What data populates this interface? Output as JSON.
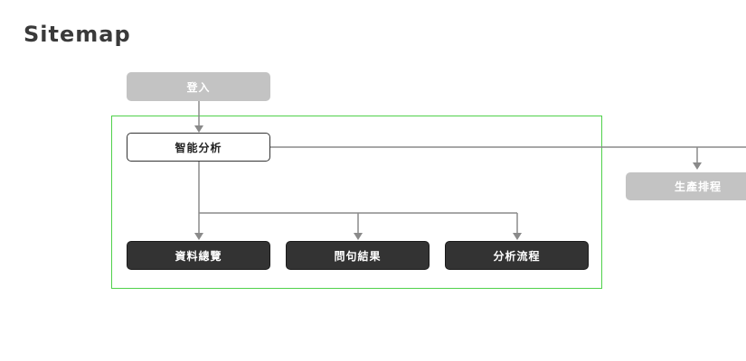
{
  "page": {
    "title": "Sitemap"
  },
  "nodes": {
    "login": "登入",
    "smart_analysis": "智能分析",
    "production_scheduling": "生產排程",
    "data_overview": "資料總覽",
    "query_results": "問句結果",
    "analysis_flow": "分析流程"
  },
  "colors": {
    "connector": "#8a8a8a",
    "group_border": "#4fd14a",
    "disabled_node": "#c3c3c3",
    "dark_node": "#333333"
  }
}
